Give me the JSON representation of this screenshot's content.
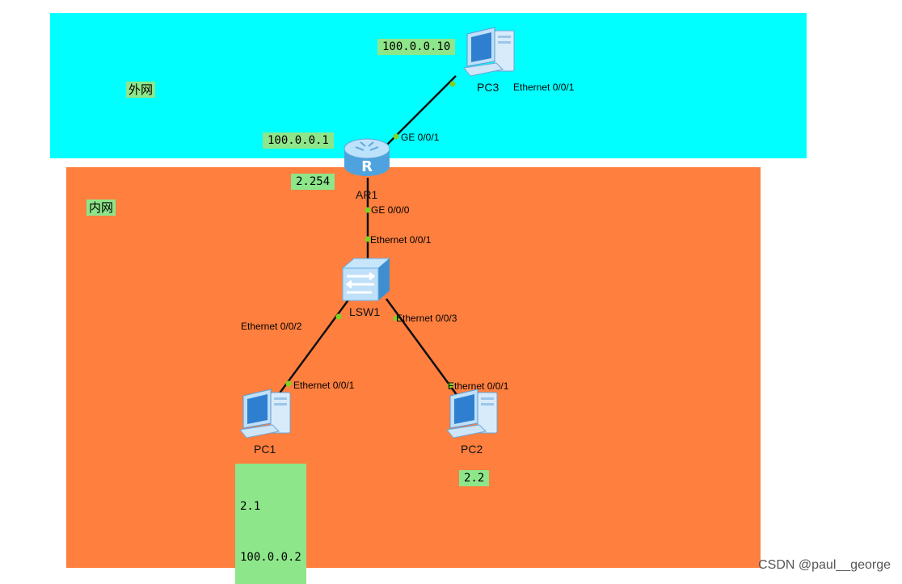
{
  "zones": {
    "external": {
      "title": "外网",
      "color": "#00ffff"
    },
    "internal": {
      "title": "内网",
      "color": "#ff7f3f"
    }
  },
  "devices": {
    "pc3": {
      "name": "PC3",
      "ip": "100.0.0.10"
    },
    "ar1": {
      "name": "AR1",
      "ip_outer": "100.0.0.1",
      "ip_inner": "2.254"
    },
    "lsw1": {
      "name": "LSW1"
    },
    "pc1": {
      "name": "PC1",
      "ip1": "2.1",
      "ip2": "100.0.0.2"
    },
    "pc2": {
      "name": "PC2",
      "ip": "2.2"
    }
  },
  "ports": {
    "pc3_eth": "Ethernet 0/0/1",
    "ar1_ge1": "GE 0/0/1",
    "ar1_ge0": "GE 0/0/0",
    "lsw1_eth1": "Ethernet 0/0/1",
    "lsw1_eth2": "Ethernet 0/0/2",
    "lsw1_eth3": "Ethernet 0/0/3",
    "pc1_eth": "Ethernet 0/0/1",
    "pc2_eth": "Ethernet 0/0/1"
  },
  "colors": {
    "port_dot": "#7ed321",
    "tag_bg": "#8ee68a",
    "link": "#111111"
  },
  "watermark": "CSDN @paul__george"
}
